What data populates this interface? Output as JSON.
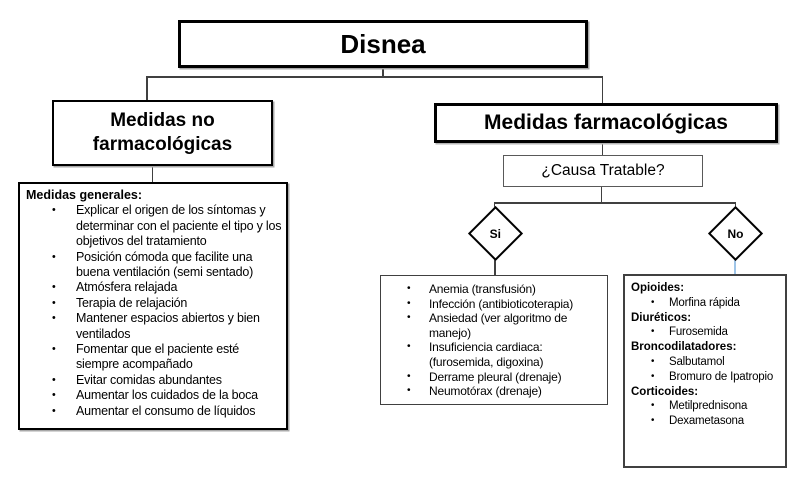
{
  "chars": {
    "bullet": "•"
  },
  "colors": {
    "line": "#404040",
    "box_border": "#000000",
    "no_connector_blue": "#9fc5e8",
    "background": "#ffffff"
  },
  "root": {
    "title": "Disnea"
  },
  "left_branch": {
    "title": "Medidas no farmacológicas",
    "general": {
      "header": "Medidas generales:",
      "items": [
        "Explicar el origen de los síntomas y determinar con el paciente el tipo y los objetivos del tratamiento",
        "Posición cómoda que facilite una buena ventilación (semi sentado)",
        "Atmósfera relajada",
        "Terapia de relajación",
        "Mantener espacios abiertos y bien ventilados",
        "Fomentar que el paciente esté siempre acompañado",
        "Evitar comidas abundantes",
        "Aumentar los cuidados de la boca",
        "Aumentar el consumo de líquidos"
      ]
    }
  },
  "right_branch": {
    "title": "Medidas farmacológicas",
    "question": "¿Causa Tratable?",
    "yes_path": {
      "label": "Si",
      "items": [
        "Anemia (transfusión)",
        "Infección (antibioticoterapia)",
        "Ansiedad (ver algoritmo de manejo)",
        "Insuficiencia cardiaca: (furosemida, digoxina)",
        "Derrame pleural (drenaje)",
        "Neumotórax (drenaje)"
      ]
    },
    "no_path": {
      "label": "No",
      "groups": [
        {
          "header": "Opioides:",
          "items": [
            "Morfina rápida"
          ]
        },
        {
          "header": "Diuréticos:",
          "items": [
            "Furosemida"
          ]
        },
        {
          "header": "Broncodilatadores:",
          "items": [
            "Salbutamol",
            "Bromuro de Ipatropio"
          ]
        },
        {
          "header": "Corticoides:",
          "items": [
            "Metilprednisona",
            "Dexametasona"
          ]
        }
      ]
    }
  }
}
